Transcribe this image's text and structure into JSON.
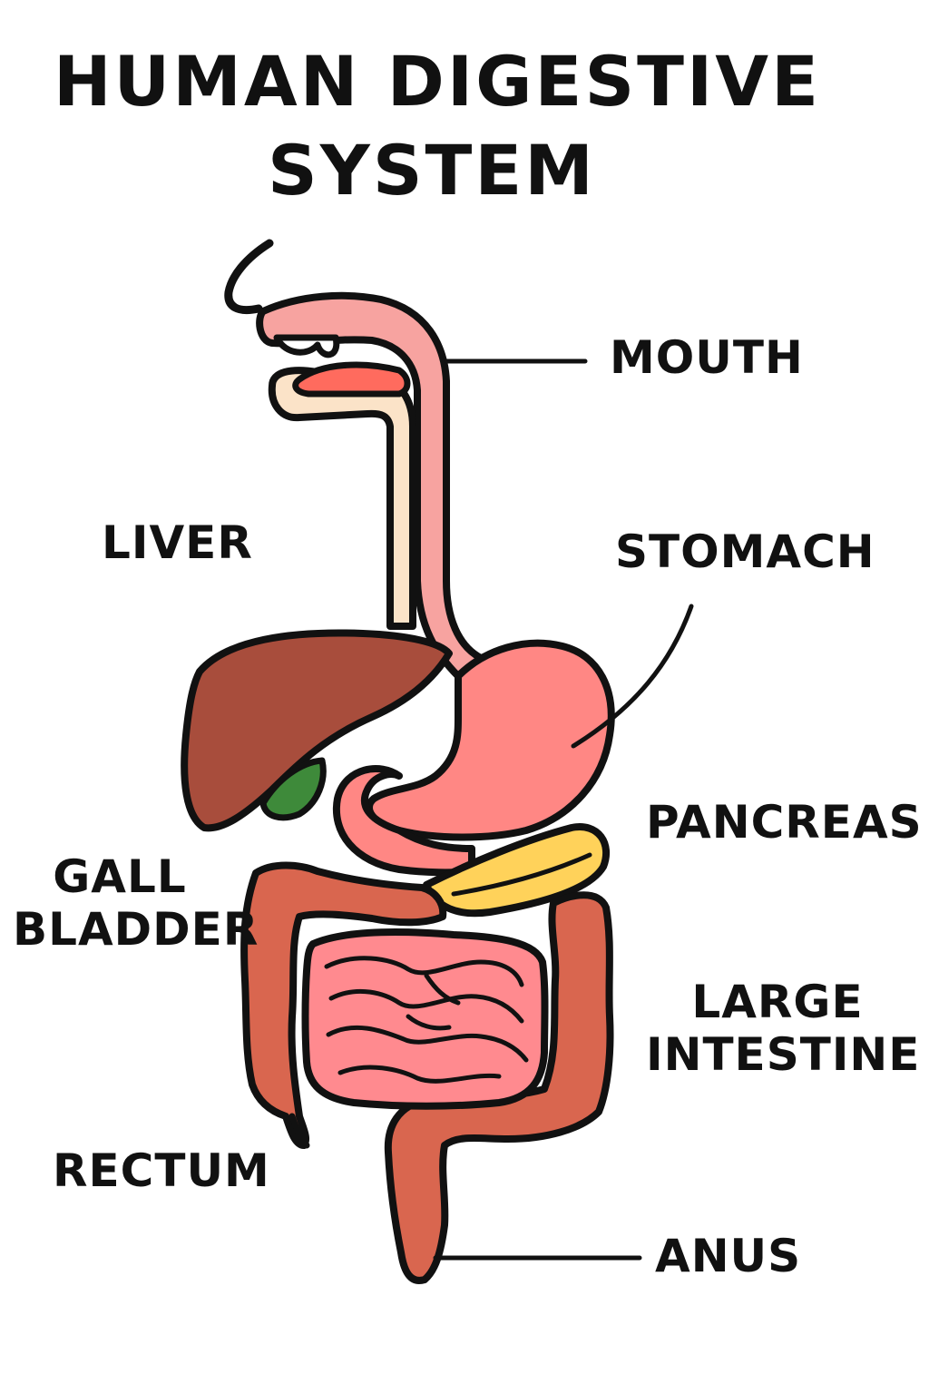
{
  "title": {
    "line1": "HUMAN DIGESTIVE",
    "line2": "SYSTEM"
  },
  "labels": {
    "mouth": "MOUTH",
    "liver": "LIVER",
    "stomach": "STOMACH",
    "pancreas": "PANCREAS",
    "gall_bladder_line1": "GALL",
    "gall_bladder_line2": "BLADDER",
    "large_intestine_line1": "LARGE",
    "large_intestine_line2": "INTESTINE",
    "rectum": "RECTUM",
    "anus": "ANUS"
  },
  "colors": {
    "outline": "#111111",
    "esophagus": "#F7A3A0",
    "tongue": "#FF6B5E",
    "windpipe": "#FBE3C8",
    "liver": "#A84D3C",
    "gallbladder": "#3E8A3A",
    "stomach": "#FF8784",
    "pancreas": "#FFD25A",
    "large_intestine": "#D9664F",
    "small_intestine": "#FF8A8F"
  }
}
